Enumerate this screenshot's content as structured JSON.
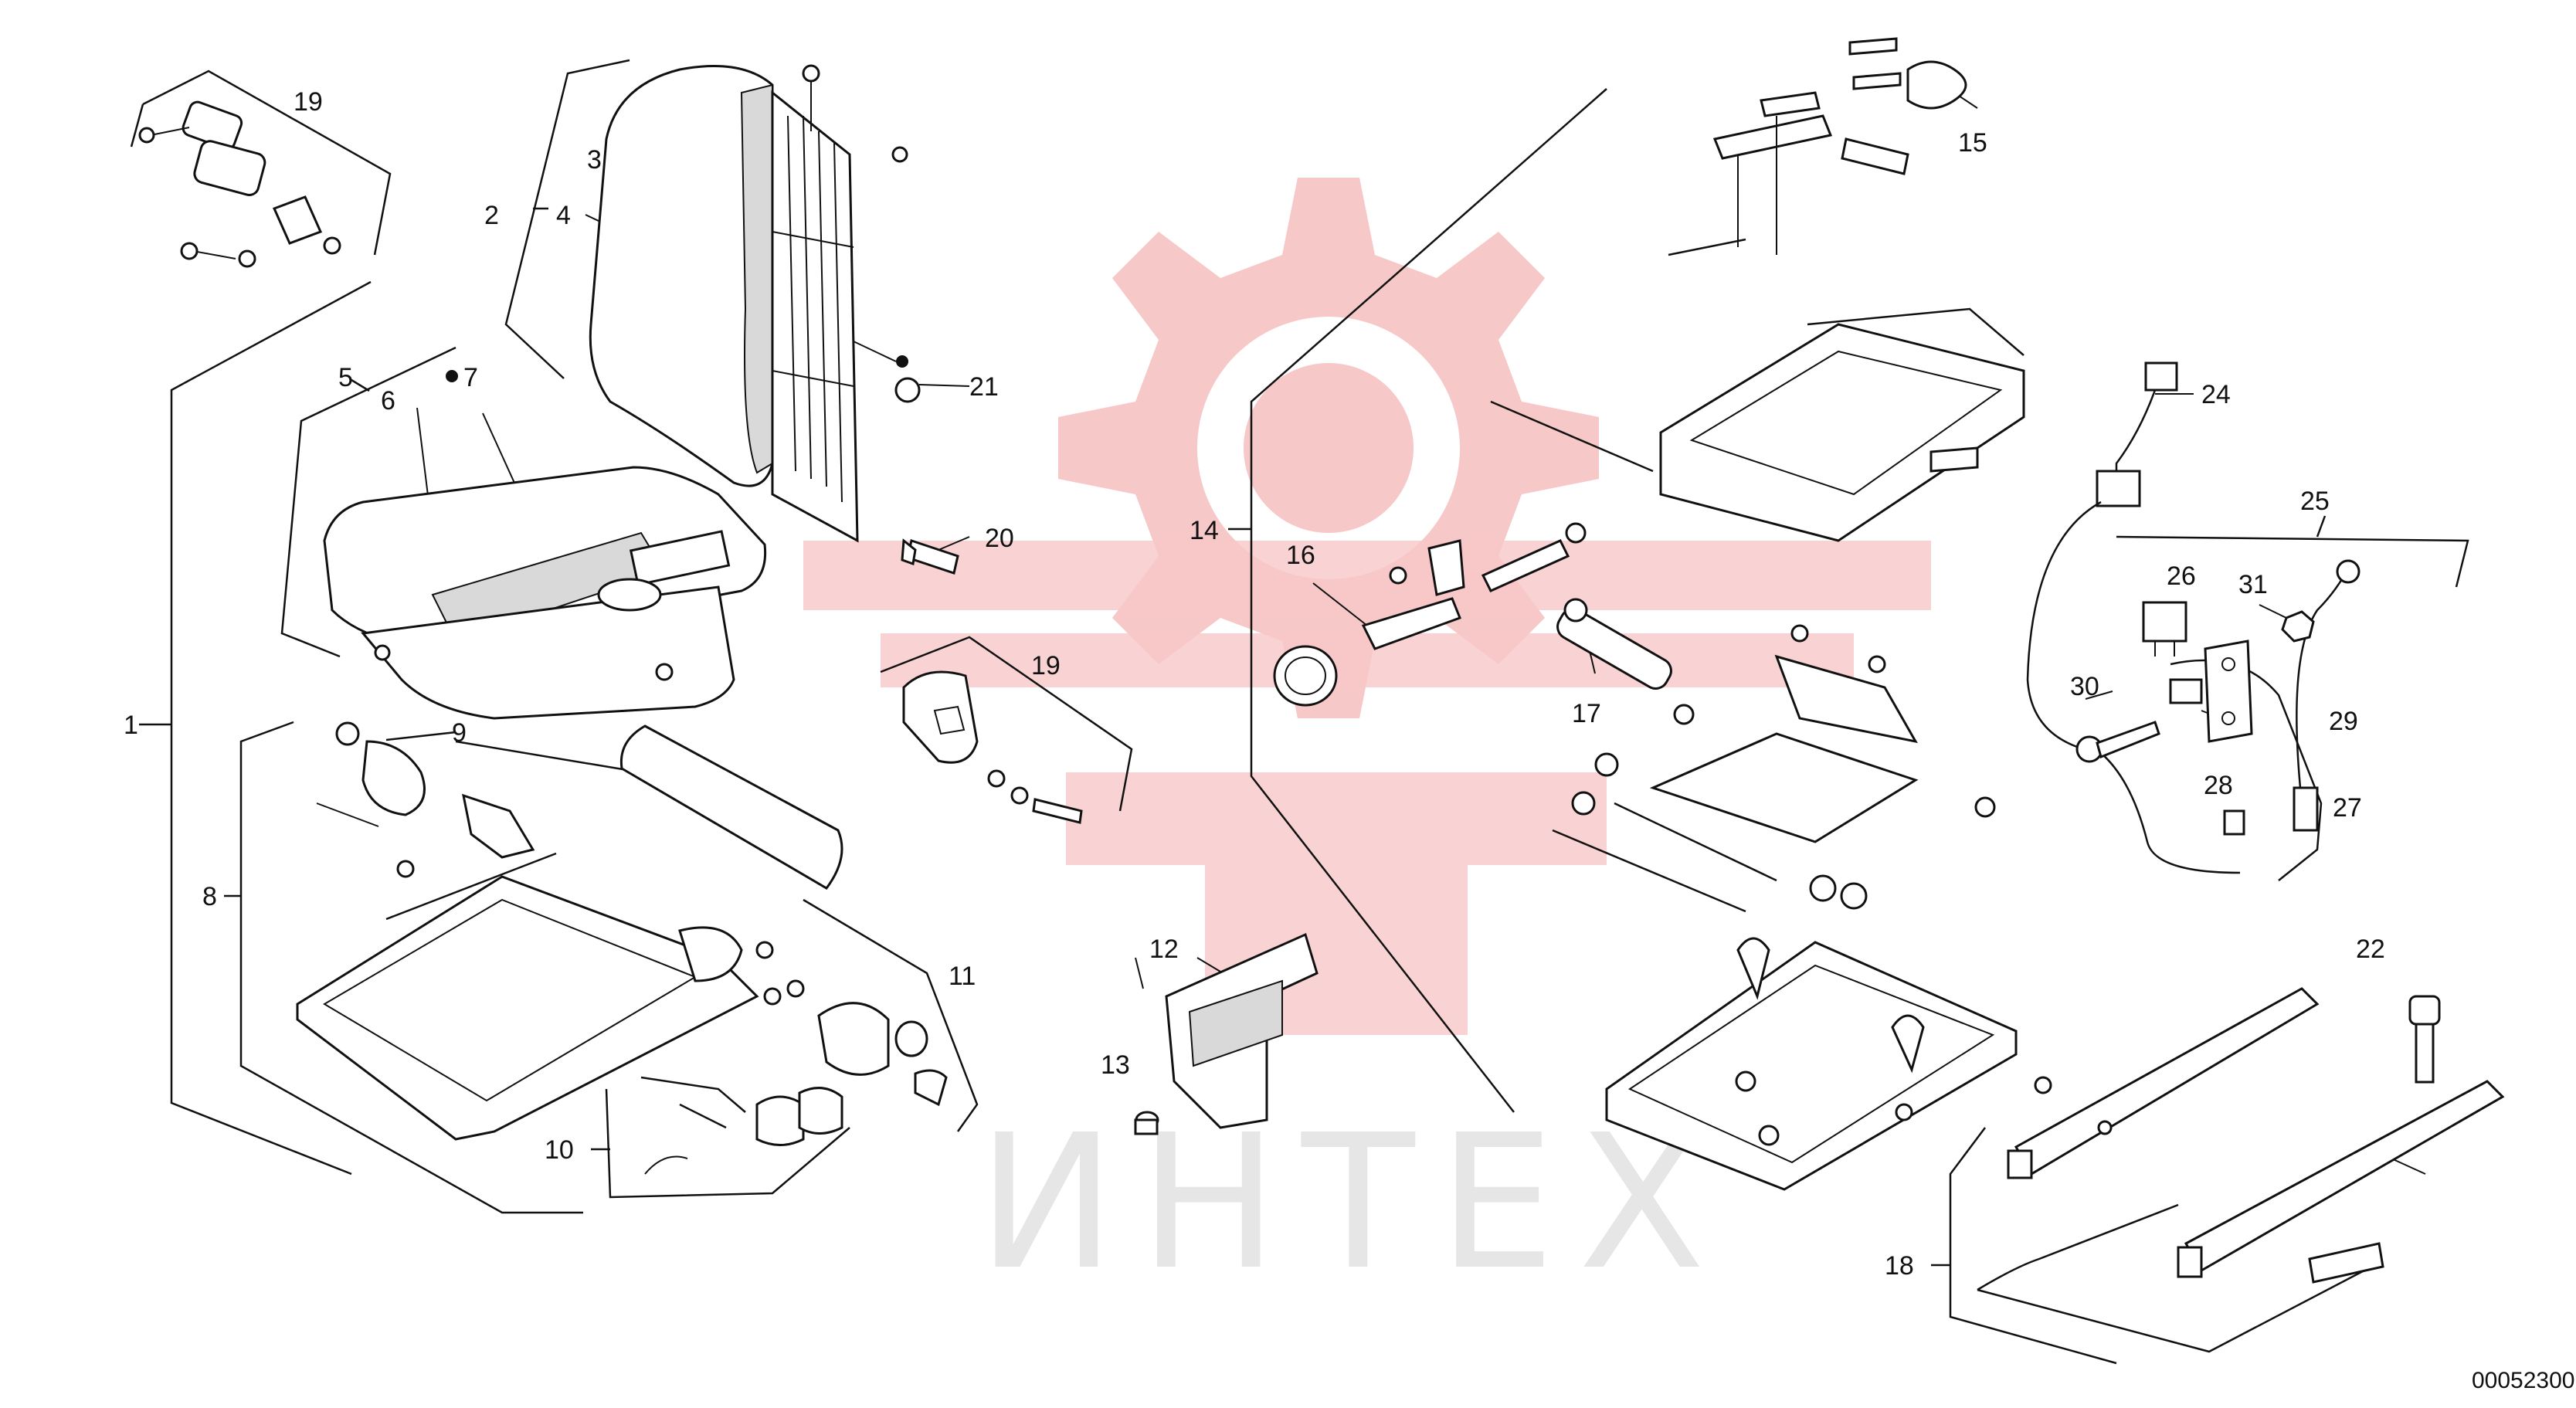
{
  "watermark": {
    "text": "ИНТЕХ",
    "gear_color": "#f7c8c8",
    "text_color": "#e6e6e6"
  },
  "document_number": "00052300",
  "colors": {
    "line": "#111111",
    "foam": "#d9d9d9",
    "paper": "#ffffff"
  },
  "callouts": {
    "c1": "1",
    "c2": "2",
    "c3": "3",
    "c4": "4",
    "c5": "5",
    "c6": "6",
    "c7": "7",
    "c8": "8",
    "c9": "9",
    "c10": "10",
    "c11": "11",
    "c12": "12",
    "c13": "13",
    "c14": "14",
    "c15": "15",
    "c16": "16",
    "c17": "17",
    "c18": "18",
    "c19a": "19",
    "c19b": "19",
    "c20": "20",
    "c21": "21",
    "c22": "22",
    "c24": "24",
    "c25": "25",
    "c26": "26",
    "c27": "27",
    "c28": "28",
    "c29": "29",
    "c30": "30",
    "c31": "31"
  }
}
